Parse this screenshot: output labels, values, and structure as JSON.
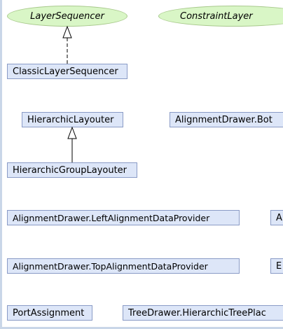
{
  "interfaces": {
    "layer_sequencer": "LayerSequencer",
    "constraint_layerer": "ConstraintLayer"
  },
  "classes": {
    "classic_layer_sequencer": "ClassicLayerSequencer",
    "hierarchic_layouter": "HierarchicLayouter",
    "alignment_drawer_bottom": "AlignmentDrawer.Bot",
    "hierarchic_group_layouter": "HierarchicGroupLayouter",
    "left_alignment_data_provider": "AlignmentDrawer.LeftAlignmentDataProvider",
    "right_cut_1": "A",
    "top_alignment_data_provider": "AlignmentDrawer.TopAlignmentDataProvider",
    "right_cut_2": "E",
    "port_assignment": "PortAssignment",
    "tree_drawer_hierarchic": "TreeDrawer.HierarchicTreePlac"
  },
  "colors": {
    "class_fill": "#dde6f8",
    "class_border": "#8a9bc6",
    "interface_fill": "#d9f6c6",
    "interface_border": "#a8c98c",
    "edge": "#000000",
    "frame": "#c9d6e8"
  },
  "icons": {
    "realization_arrow": "hollow-triangle-dashed",
    "inheritance_arrow": "hollow-triangle-solid"
  }
}
